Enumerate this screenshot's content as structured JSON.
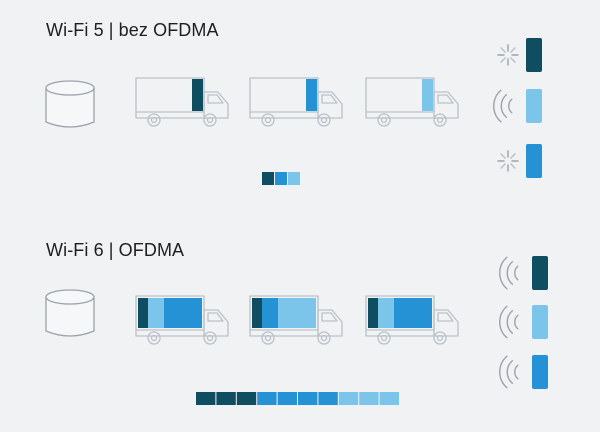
{
  "colors": {
    "dark": "#0f4d61",
    "medium": "#2592d6",
    "light": "#7cc5ea",
    "outline": "#9aa3ab",
    "outline_light": "#b9c1c8",
    "background": "#f1f2f4"
  },
  "sections": [
    {
      "title": "Wi-Fi 5 | bez OFDMA",
      "router_icon": "router-icon",
      "trucks": [
        {
          "cargo": [
            "dark"
          ]
        },
        {
          "cargo": [
            "medium"
          ]
        },
        {
          "cargo": [
            "light"
          ]
        }
      ],
      "stream": [
        "dark",
        "medium",
        "light"
      ],
      "devices": [
        {
          "color": "dark",
          "signal": "loading"
        },
        {
          "color": "light",
          "signal": "waves"
        },
        {
          "color": "medium",
          "signal": "loading"
        }
      ]
    },
    {
      "title": "Wi-Fi 6 | OFDMA",
      "router_icon": "router-icon",
      "trucks": [
        {
          "cargo": [
            "dark",
            "light",
            "medium"
          ]
        },
        {
          "cargo": [
            "dark",
            "medium",
            "light"
          ]
        },
        {
          "cargo": [
            "dark",
            "light",
            "medium"
          ]
        }
      ],
      "stream": [
        "dark",
        "dark",
        "dark",
        "medium",
        "medium",
        "medium",
        "medium",
        "light",
        "light",
        "light"
      ],
      "devices": [
        {
          "color": "dark",
          "signal": "waves"
        },
        {
          "color": "light",
          "signal": "waves"
        },
        {
          "color": "medium",
          "signal": "waves"
        }
      ]
    }
  ]
}
